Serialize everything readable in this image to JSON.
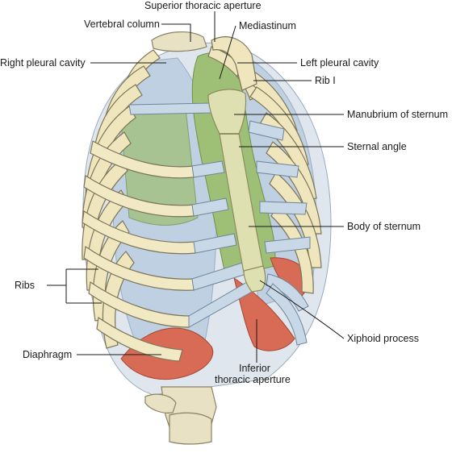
{
  "labels": {
    "superior_thoracic_aperture": "Superior thoracic aperture",
    "vertebral_column": "Vertebral column",
    "mediastinum": "Mediastinum",
    "right_pleural_cavity": "Right pleural cavity",
    "left_pleural_cavity": "Left pleural cavity",
    "rib_1": "Rib I",
    "manubrium_of_sternum": "Manubrium of sternum",
    "sternal_angle": "Sternal angle",
    "body_of_sternum": "Body of sternum",
    "ribs": "Ribs",
    "xiphoid_process": "Xiphoid process",
    "diaphragm": "Diaphragm",
    "inferior_thoracic_aperture_line1": "Inferior",
    "inferior_thoracic_aperture_line2": "thoracic aperture"
  },
  "colors": {
    "bone": "#efe6bd",
    "costal_cartilage": "#c9d8e6",
    "pleura": "#b9cde0",
    "mediastinum": "#9ebf76",
    "diaphragm": "#d76b55",
    "sternum": "#dfe0b2"
  }
}
